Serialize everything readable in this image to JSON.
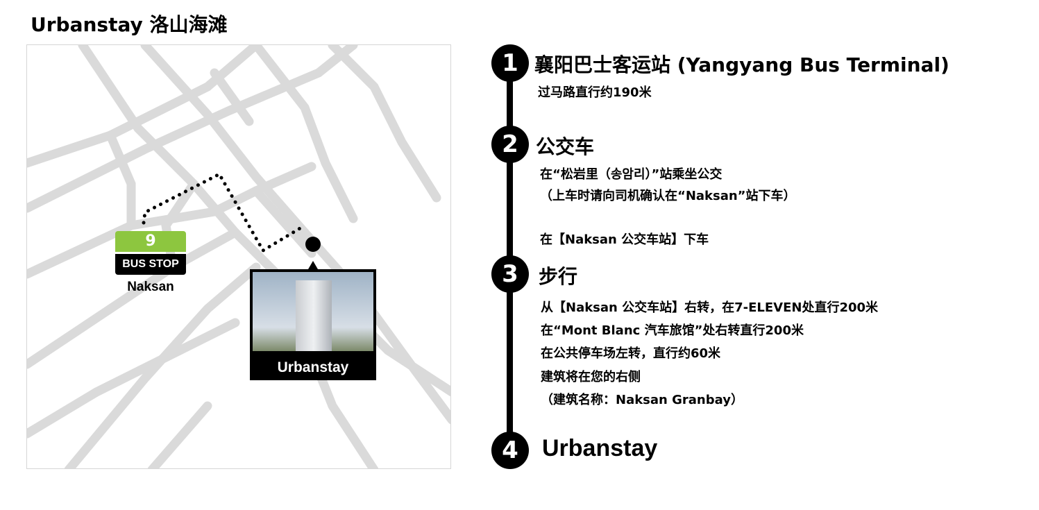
{
  "title": "Urbanstay 洛山海滩",
  "map": {
    "bus_stop": {
      "number": "9",
      "label": "BUS STOP",
      "name": "Naksan",
      "color": "#8dc63f"
    },
    "hotel_label": "Urbanstay"
  },
  "steps": [
    {
      "number": "1",
      "heading": "襄阳巴士客运站 (Yangyang Bus Terminal)",
      "lines": [
        "过马路直行约190米"
      ]
    },
    {
      "number": "2",
      "heading": "公交车",
      "lines": [
        "在“松岩里（송암리）”站乘坐公交",
        "（上车时请向司机确认在“Naksan”站下车）",
        "",
        "在【Naksan 公交车站】下车"
      ]
    },
    {
      "number": "3",
      "heading": "步行",
      "lines": [
        "从【Naksan 公交车站】右转，在7-ELEVEN处直行200米",
        "在“Mont Blanc 汽车旅馆”处右转直行200米",
        "在公共停车场左转，直行约60米",
        "建筑将在您的右侧",
        "（建筑名称：Naksan Granbay）"
      ]
    },
    {
      "number": "4",
      "heading": "Urbanstay",
      "lines": []
    }
  ]
}
